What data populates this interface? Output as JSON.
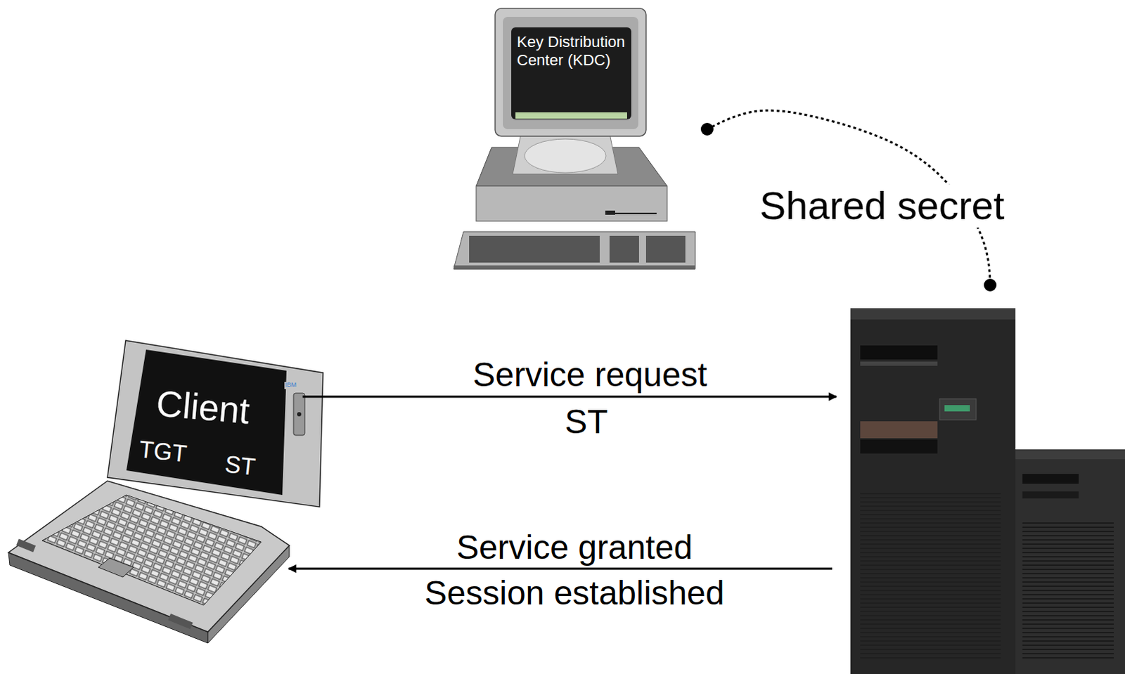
{
  "diagram": {
    "nodes": [
      {
        "text": [
          "Key Distribution Center (KDC)"
        ]
      },
      {
        "text": [
          "Client",
          "TGT",
          "ST"
        ]
      },
      {
        "text": []
      }
    ],
    "edges": [
      {
        "from": 1,
        "to": 2,
        "arrow": "to",
        "label": "Service request"
      },
      {
        "from": 2,
        "to": 1,
        "arrow": "to",
        "label": "Service granted"
      },
      {
        "from": 0,
        "to": 2,
        "arrow": "none",
        "label": "Shared secret"
      }
    ],
    "labels": [
      "ST",
      "Session established",
      "IBM"
    ]
  }
}
